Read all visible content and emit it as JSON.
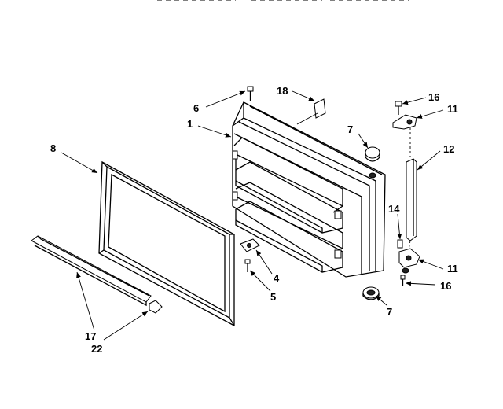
{
  "header": {
    "cut_off_text": ""
  },
  "callouts": [
    {
      "id": "c6",
      "text": "6"
    },
    {
      "id": "c18",
      "text": "18"
    },
    {
      "id": "c16a",
      "text": "16"
    },
    {
      "id": "c11a",
      "text": "11"
    },
    {
      "id": "c1",
      "text": "1"
    },
    {
      "id": "c7a",
      "text": "7"
    },
    {
      "id": "c12",
      "text": "12"
    },
    {
      "id": "c8",
      "text": "8"
    },
    {
      "id": "c14",
      "text": "14"
    },
    {
      "id": "c4",
      "text": "4"
    },
    {
      "id": "c11b",
      "text": "11"
    },
    {
      "id": "c5",
      "text": "5"
    },
    {
      "id": "c16b",
      "text": "16"
    },
    {
      "id": "c7b",
      "text": "7"
    },
    {
      "id": "c17",
      "text": "17"
    },
    {
      "id": "c22",
      "text": "22"
    }
  ]
}
